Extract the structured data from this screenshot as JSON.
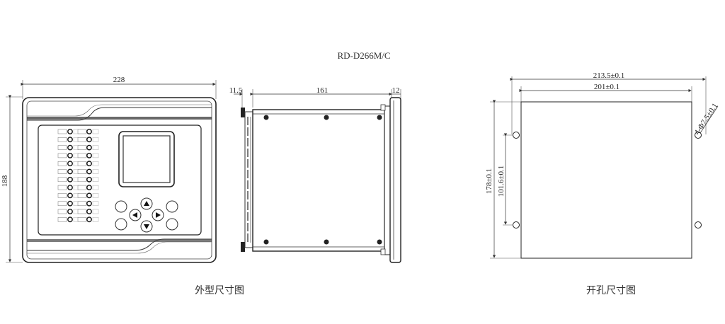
{
  "title": "RD-D266M/C",
  "front_view": {
    "width_label": "228",
    "height_label": "188"
  },
  "side_view": {
    "left_label": "11.5",
    "depth_label": "161",
    "right_label": "12"
  },
  "cutout": {
    "outer_width_label": "213.5±0.1",
    "inner_width_label": "201±0.1",
    "height_label": "178±0.1",
    "hole_spacing_label": "101.6±0.1",
    "hole_label": "4-Φ7.5±0.1"
  },
  "captions": {
    "outline": "外型尺寸图",
    "cutout": "开孔尺寸图"
  }
}
